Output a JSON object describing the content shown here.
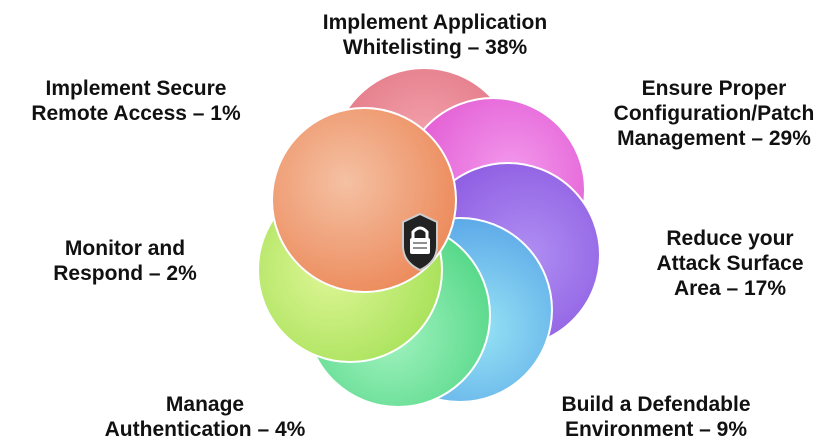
{
  "strategies": [
    {
      "id": "whitelisting",
      "lines": [
        "Implement Application",
        "Whitelisting – 38%"
      ],
      "color": "#e0414e"
    },
    {
      "id": "configuration",
      "lines": [
        "Ensure Proper",
        "Configuration/Patch",
        "Management – 29%"
      ],
      "color": "#e020c8"
    },
    {
      "id": "attack-surface",
      "lines": [
        "Reduce your",
        "Attack Surface",
        "Area – 17%"
      ],
      "color": "#6a20d8"
    },
    {
      "id": "defendable",
      "lines": [
        "Build a Defendable",
        "Environment – 9%"
      ],
      "color": "#1f8ae6"
    },
    {
      "id": "authentication",
      "lines": [
        "Manage",
        "Authentication – 4%"
      ],
      "color": "#26d870"
    },
    {
      "id": "monitor",
      "lines": [
        "Monitor and",
        "Respond – 2%"
      ],
      "color": "#9ae620"
    },
    {
      "id": "remote-access",
      "lines": [
        "Implement Secure",
        "Remote Access – 1%"
      ],
      "color": "#e8602a"
    }
  ],
  "center_icon": "padlock-shield-icon"
}
